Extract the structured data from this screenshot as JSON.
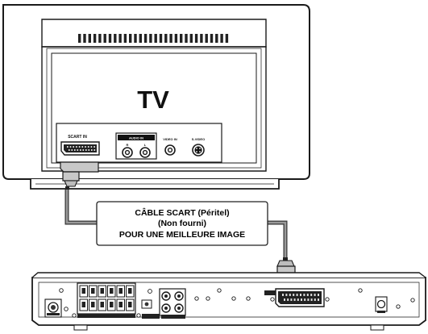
{
  "tv": {
    "title": "TV",
    "ports": {
      "scart": "SCART IN",
      "audio_in": "AUDIO IN",
      "audio_r": "R",
      "audio_l": "L",
      "video": "VIDEO IN",
      "svideo": "S-VIDEO"
    }
  },
  "cable_callout": {
    "line1": "CÂBLE SCART (Péritel)",
    "line2": "(Non fourni)",
    "line3": "POUR UNE MEILLEURE IMAGE"
  },
  "colors": {
    "outline": "#1a1a1a",
    "cable": "#555555",
    "plug": "#bdbdbd",
    "label_box_border": "#222222"
  }
}
